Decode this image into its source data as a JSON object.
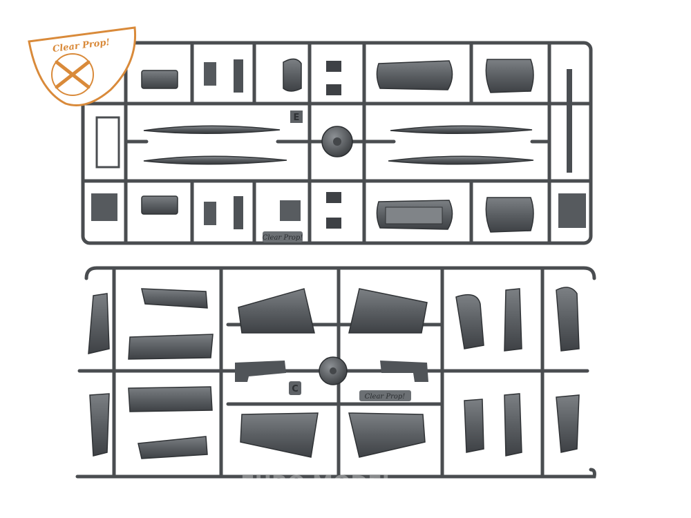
{
  "photo": {
    "description_alt": "Two grey plastic model kit sprues",
    "logo_text": "Clear Prop!",
    "engraving_top": "Clear Prop!",
    "engraving_bottom": "Clear Prop!",
    "part_letter_top": "E",
    "part_letter_bottom": "C",
    "watermark_text": "EURO MODEL",
    "colors": {
      "plastic": "#5e6266",
      "plastic_dark": "#3d4043",
      "plastic_light": "#8a8e92",
      "logo": "#d98a3a",
      "background": "#ffffff"
    }
  }
}
